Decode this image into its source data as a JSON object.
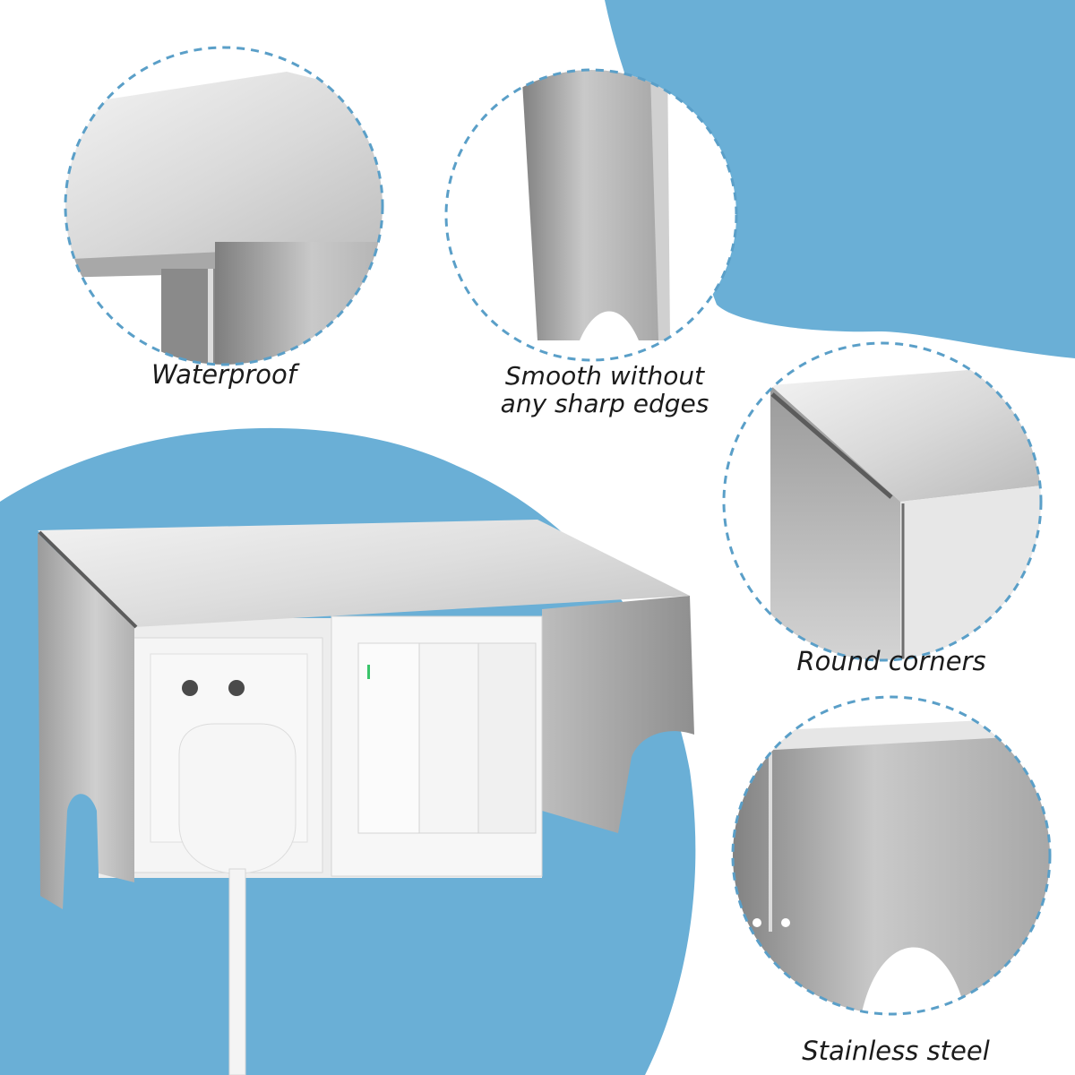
{
  "features": {
    "waterproof": {
      "label": "Waterproof"
    },
    "smooth": {
      "line1": "Smooth without",
      "line2": "any sharp edges"
    },
    "round_corners": {
      "label": "Round corners"
    },
    "stainless_steel": {
      "label": "Stainless steel"
    }
  },
  "colors": {
    "accent_blue": "#6aafd6",
    "background": "#ffffff",
    "dashed_outline": "#5a9fc8",
    "steel_light": "#e8e8e8",
    "steel_dark": "#8c8c8c",
    "outlet_white": "#f3f3f3",
    "indicator_green": "#39c46a"
  },
  "icons": {
    "product": "outlet-cover-photo",
    "detail_views": [
      "waterproof-detail-icon",
      "smooth-edge-detail-icon",
      "round-corner-detail-icon",
      "stainless-detail-icon"
    ]
  }
}
